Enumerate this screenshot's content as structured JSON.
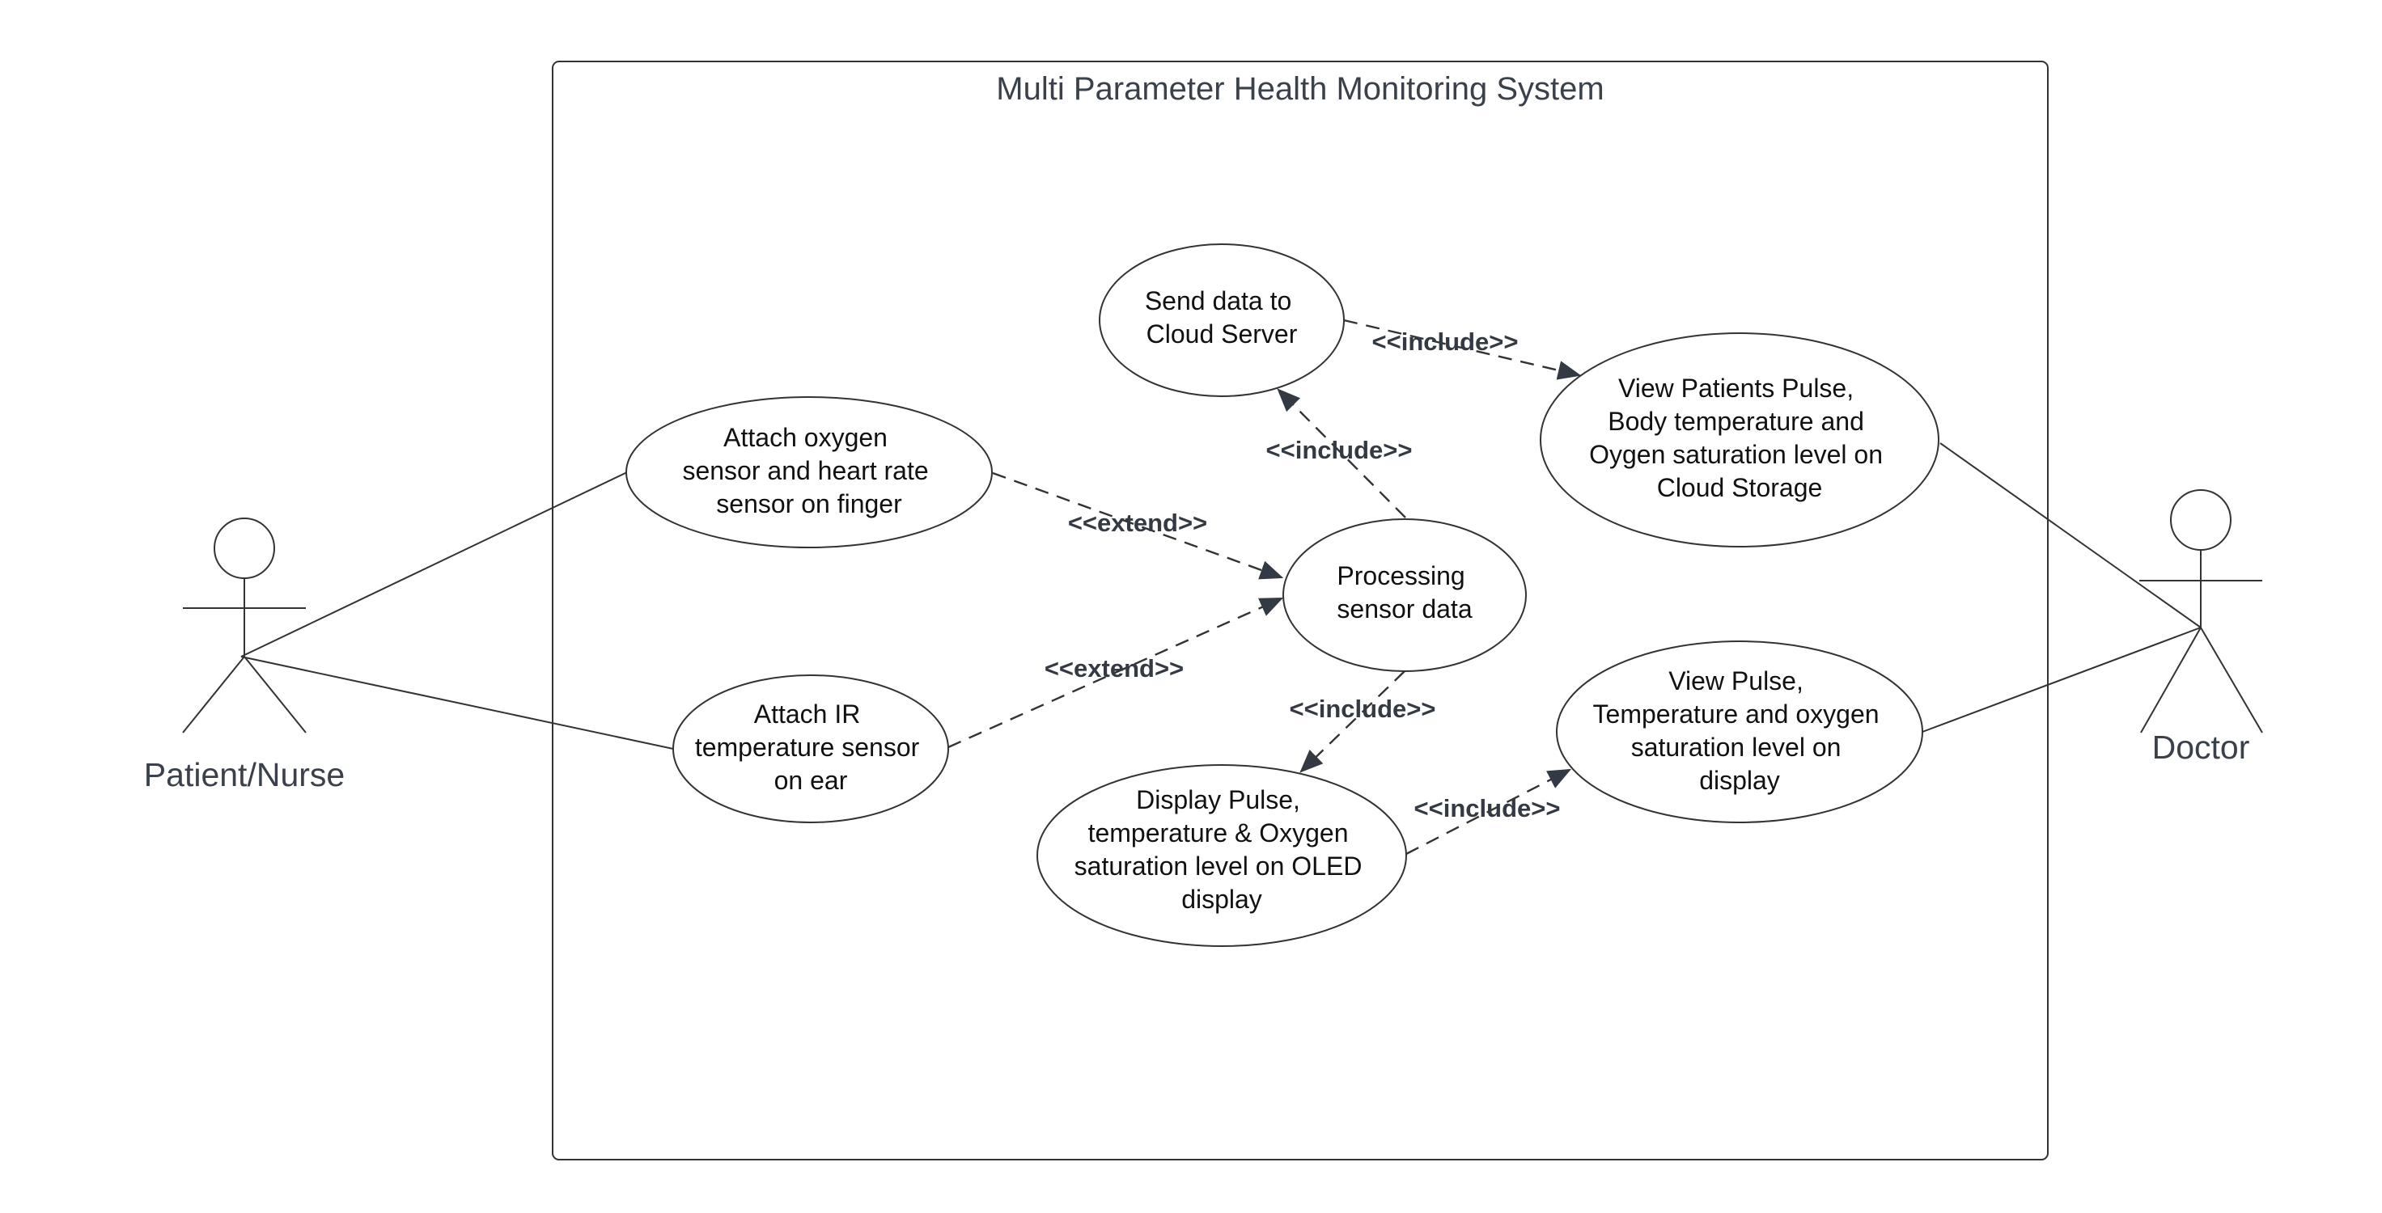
{
  "system": {
    "title": "Multi Parameter Health Monitoring System"
  },
  "actors": {
    "patient": {
      "label": "Patient/Nurse"
    },
    "doctor": {
      "label": "Doctor"
    }
  },
  "use_cases": {
    "attach_oxygen": {
      "lines": [
        "Attach oxygen",
        "sensor and heart rate",
        "sensor on finger"
      ]
    },
    "attach_ir": {
      "lines": [
        "Attach IR",
        "temperature sensor",
        "on ear"
      ]
    },
    "send_cloud": {
      "lines": [
        "Send data to",
        "Cloud Server"
      ]
    },
    "processing": {
      "lines": [
        "Processing",
        "sensor data"
      ]
    },
    "display": {
      "lines": [
        "Display Pulse,",
        "temperature & Oxygen",
        "saturation level on OLED",
        "display"
      ]
    },
    "view_cloud": {
      "lines": [
        "View Patients Pulse,",
        "Body temperature and",
        "Oygen saturation level on",
        "Cloud Storage"
      ]
    },
    "view_display": {
      "lines": [
        "View Pulse,",
        "Temperature and oxygen",
        "saturation level on",
        "display"
      ]
    }
  },
  "relations": {
    "extend_oxygen": "<<extend>>",
    "extend_ir": "<<extend>>",
    "include_cloud": "<<include>>",
    "include_send_view": "<<include>>",
    "include_display": "<<include>>",
    "include_display_view": "<<include>>"
  }
}
